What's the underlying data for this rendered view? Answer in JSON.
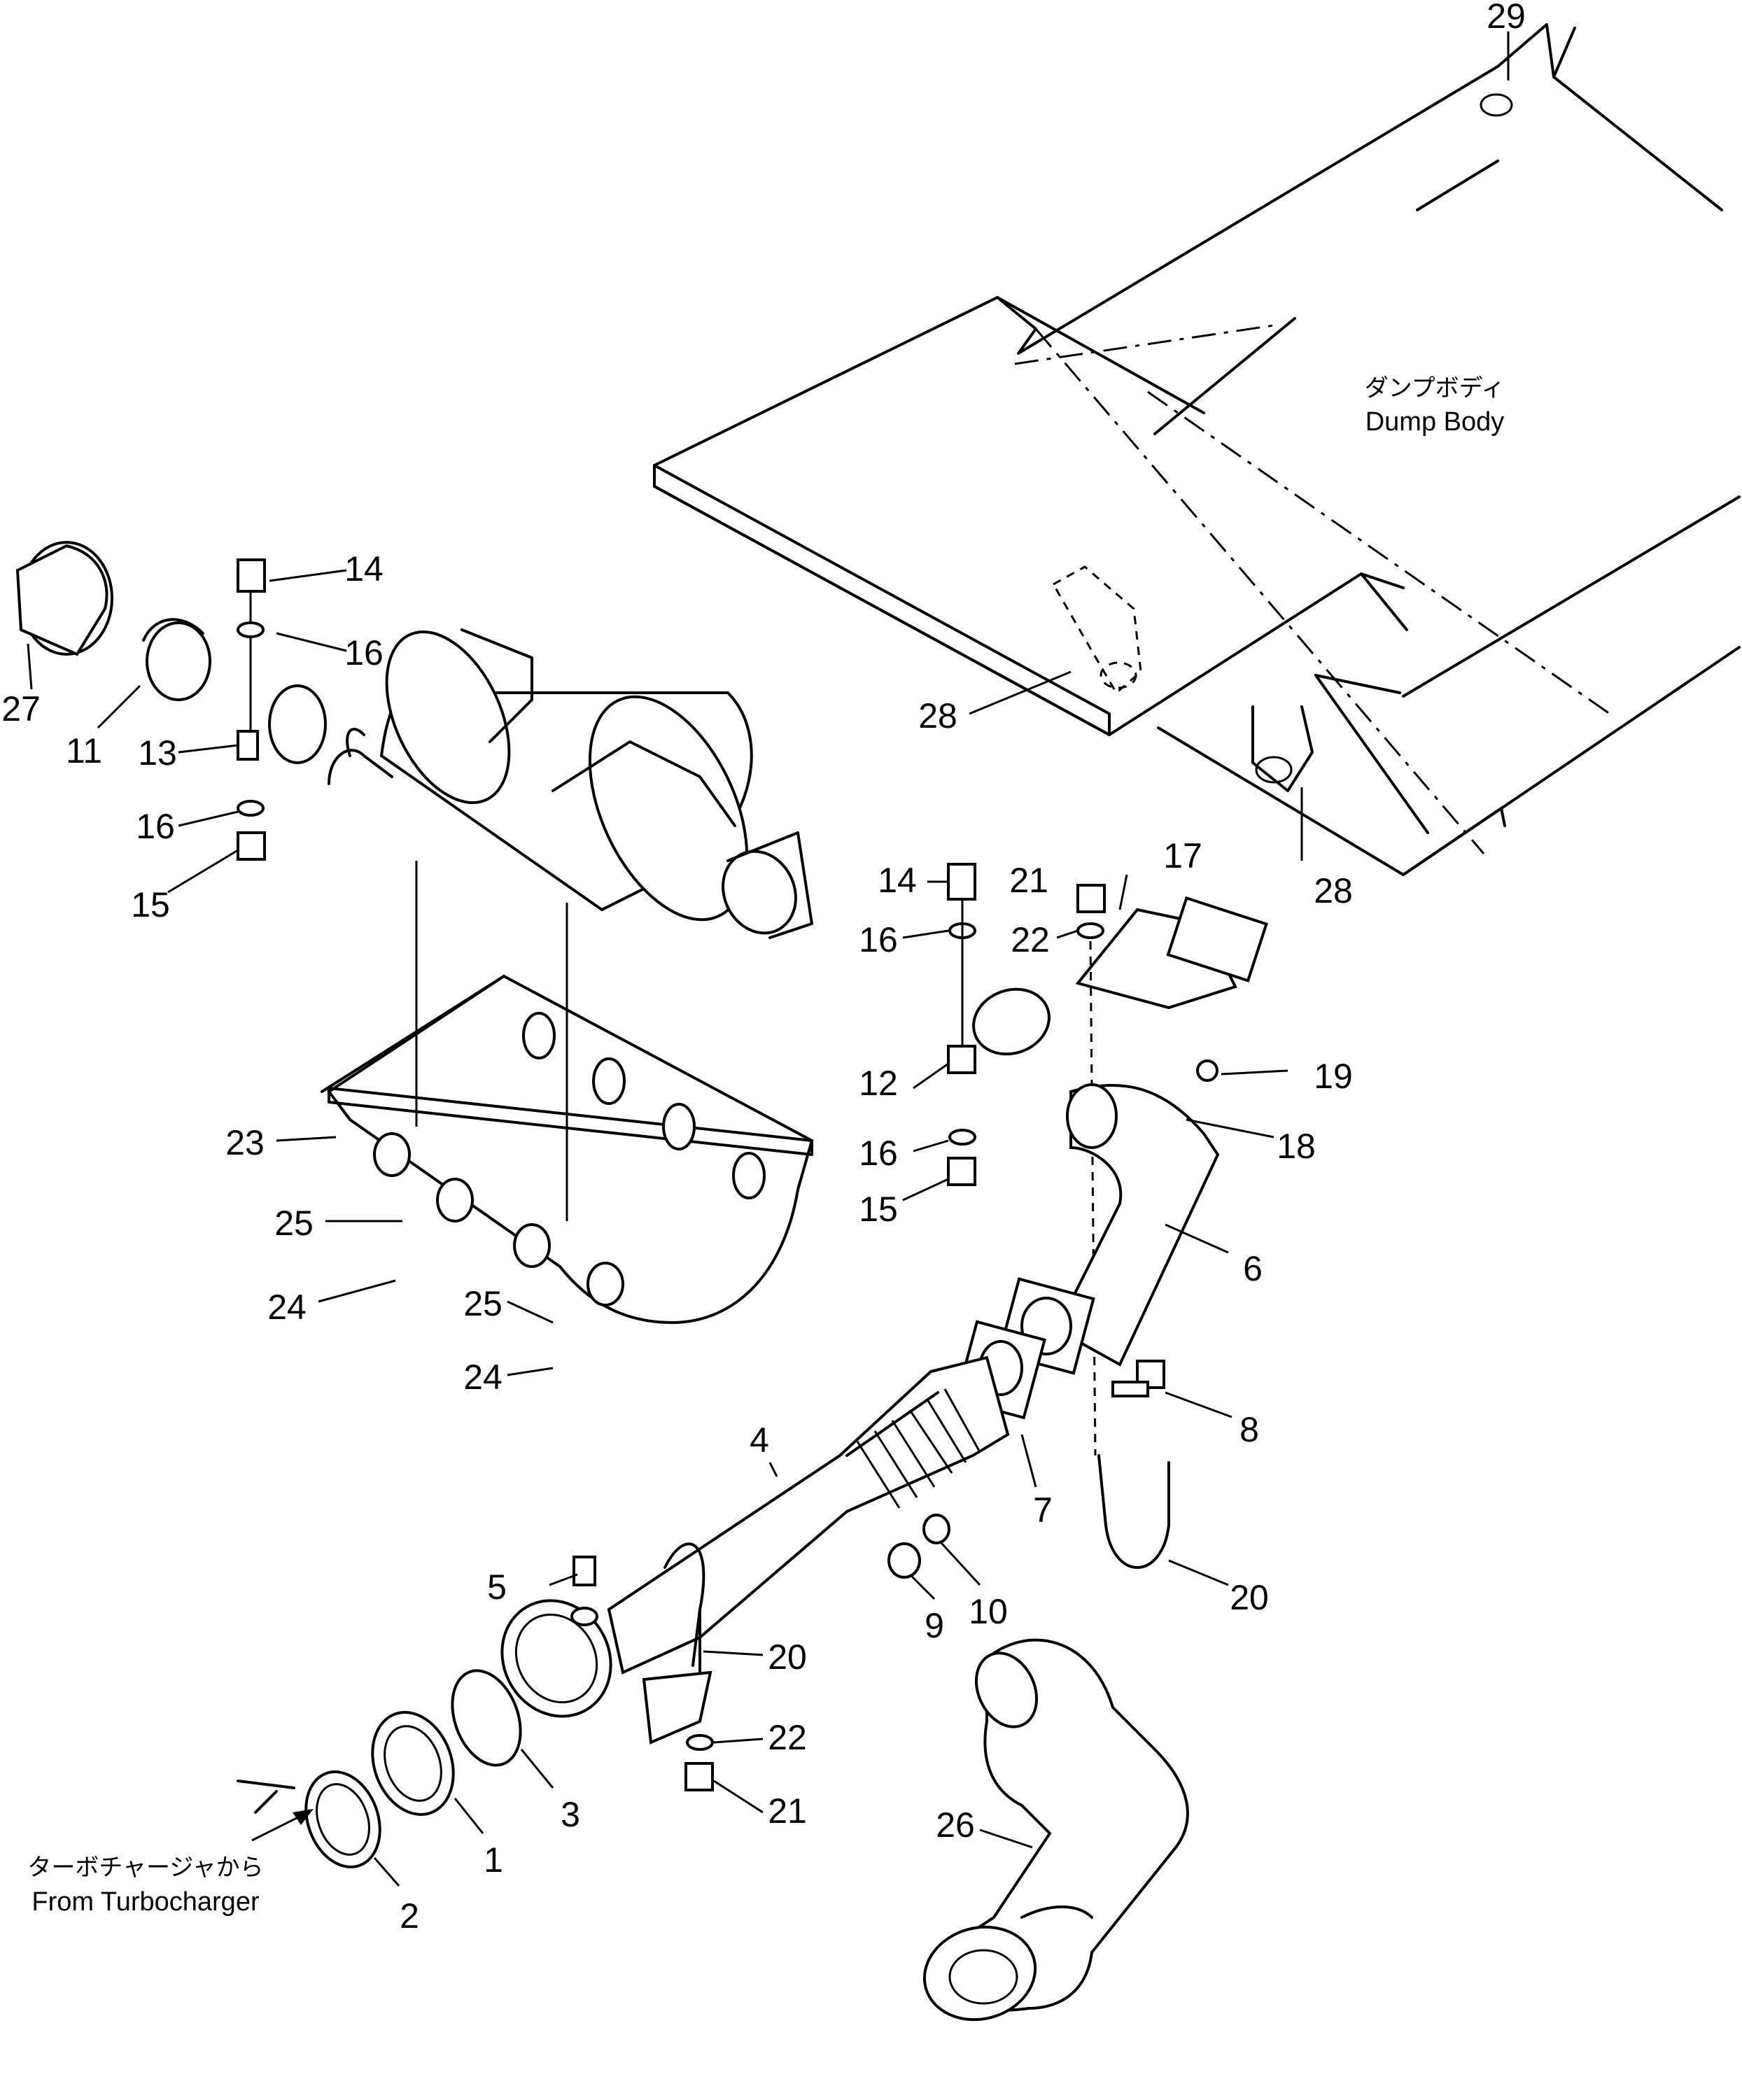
{
  "labels": {
    "dump_body_jp": "ダンプボディ",
    "dump_body_en": "Dump Body",
    "turbo_jp": "ターボチャージャから",
    "turbo_en": "From Turbocharger"
  },
  "callouts": [
    "29",
    "14",
    "16",
    "27",
    "11",
    "13",
    "16",
    "15",
    "28",
    "28",
    "14",
    "21",
    "17",
    "16",
    "22",
    "12",
    "19",
    "18",
    "23",
    "16",
    "15",
    "6",
    "25",
    "24",
    "25",
    "24",
    "8",
    "4",
    "7",
    "5",
    "20",
    "9",
    "10",
    "20",
    "22",
    "21",
    "3",
    "1",
    "2",
    "26"
  ],
  "colors": {
    "ink": "#000000",
    "paper": "#ffffff"
  }
}
